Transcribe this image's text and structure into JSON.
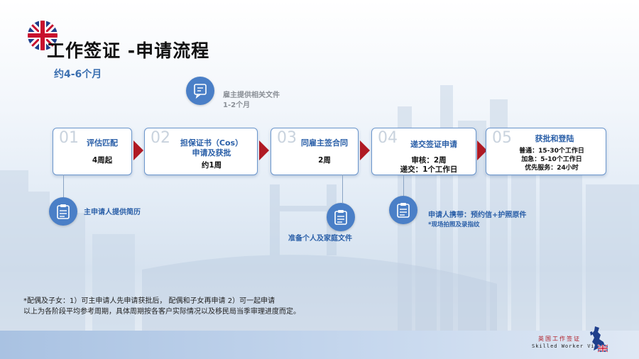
{
  "title": "工作签证 -申请流程",
  "subtitle": "约4-6个月",
  "steps": [
    {
      "num": "01",
      "title": "评估匹配",
      "detail": [
        "4周起"
      ]
    },
    {
      "num": "02",
      "title": "担保证书（Cos）\n申请及获批",
      "detail": [
        "约1周"
      ]
    },
    {
      "num": "03",
      "title": "同雇主签合同",
      "detail": [
        "2周"
      ]
    },
    {
      "num": "04",
      "title": "递交签证申请",
      "detail": [
        "审核：2周",
        "递交：1个工作日"
      ]
    },
    {
      "num": "05",
      "title": "获批和登陆",
      "detail": [
        "普通：15-30个工作日",
        "加急：5-10个工作日",
        "优先服务：24小时"
      ]
    }
  ],
  "annotations": {
    "employer": [
      "雇主提供相关文件",
      "1-2个月"
    ],
    "resume": "主申请人提供简历",
    "family_docs": "准备个人及家庭文件",
    "carry": "申请人携带：预约信+护照原件",
    "carry_note": "*现场拍照及录指纹"
  },
  "notes": [
    "*配偶及子女：1）可主申请人先申请获批后， 配偶和子女再申请 2）可一起申请",
    "以上为各阶段平均参考周期，具体周期按各客户实际情况以及移民局当季审理进度而定。"
  ],
  "footer": {
    "cn": "英国工作签证",
    "en": "Skilled Worker Visa"
  },
  "colors": {
    "accent": "#b01a24",
    "primary": "#2a5fa8",
    "circle": "#4a7fc7",
    "border": "#6b96cc"
  },
  "icons": [
    "uk-flag-icon",
    "chat-document-icon",
    "clipboard-icon",
    "uk-map-icon"
  ]
}
